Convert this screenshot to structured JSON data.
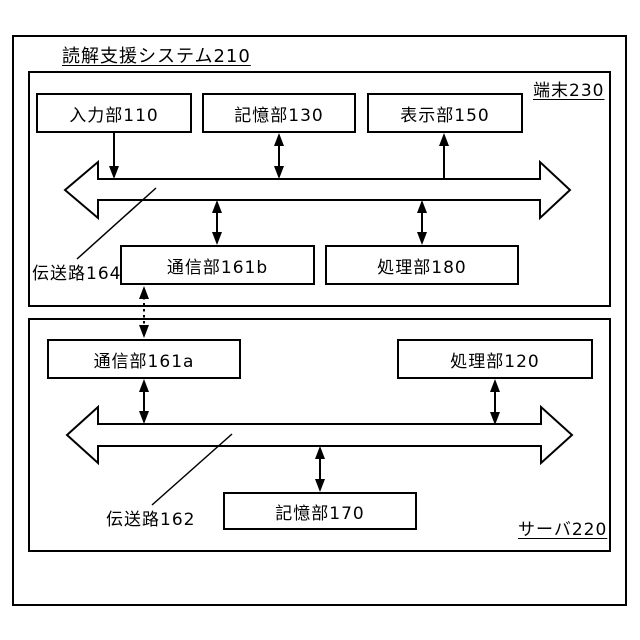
{
  "figure": {
    "title": "読解支援システム210",
    "terminal": {
      "label": "端末230",
      "input_unit": "入力部110",
      "storage_unit": "記憶部130",
      "display_unit": "表示部150",
      "comm_unit": "通信部161b",
      "processing_unit": "処理部180",
      "bus_label": "伝送路164"
    },
    "server": {
      "label": "サーバ220",
      "comm_unit": "通信部161a",
      "processing_unit": "処理部120",
      "storage_unit": "記憶部170",
      "bus_label": "伝送路162"
    },
    "colors": {
      "line": "#000000",
      "background": "#ffffff"
    }
  }
}
